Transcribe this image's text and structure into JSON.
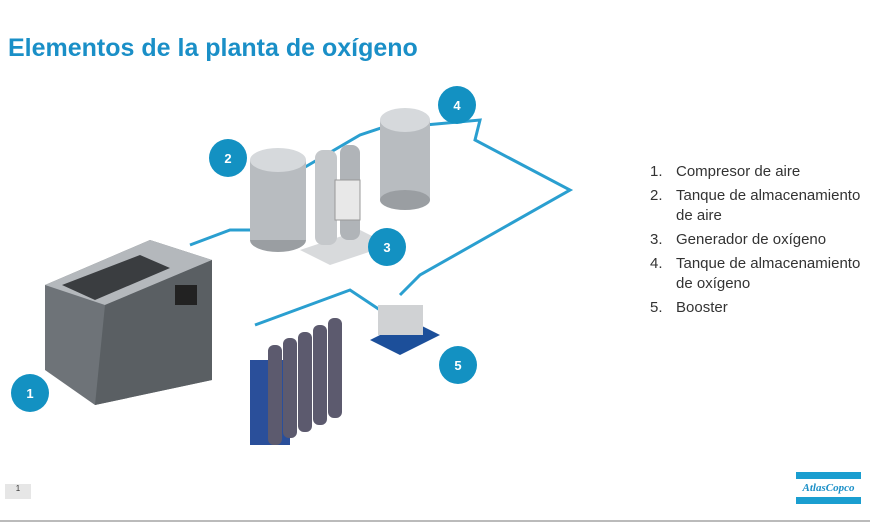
{
  "title": "Elementos de la planta de oxígeno",
  "items": [
    {
      "num": "1.",
      "label": "Compresor de aire"
    },
    {
      "num": "2.",
      "label": "Tanque de almacenamiento de aire"
    },
    {
      "num": "3.",
      "label": "Generador de oxígeno"
    },
    {
      "num": "4.",
      "label": "Tanque de almacenamiento de oxígeno"
    },
    {
      "num": "5.",
      "label": "Booster"
    }
  ],
  "badges": [
    "1",
    "2",
    "3",
    "4",
    "5"
  ],
  "page_number": "1",
  "logo_text": "AtlasCopco",
  "accent": "#1391c2"
}
